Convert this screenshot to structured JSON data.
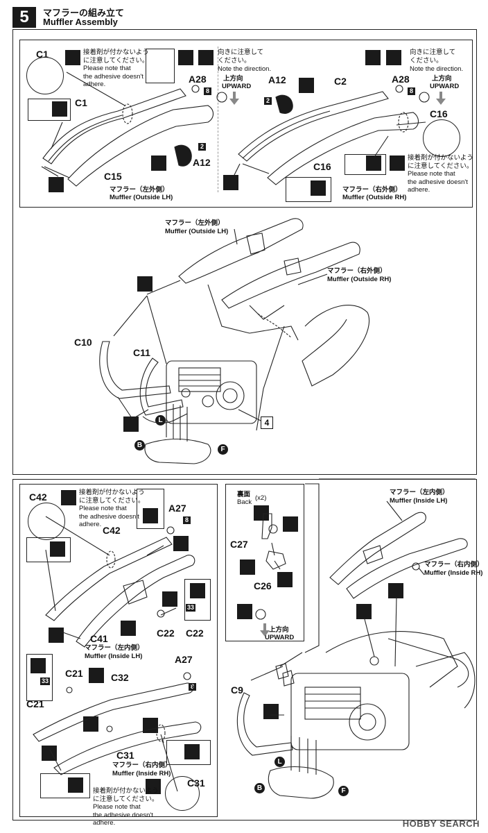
{
  "step": {
    "number": "5",
    "title_jp": "マフラーの組み立て",
    "title_en": "Muffler Assembly"
  },
  "notes": {
    "glue_jp": "接着剤が付かないよう\nに注意してください。",
    "glue_en": "Please note that\nthe adhesive doesn't\nadhere.",
    "direction_jp": "向きに注意して\nください。",
    "direction_en": "Note the direction.",
    "upward_jp": "上方向",
    "upward_en": "UPWARD",
    "back_jp": "裏面",
    "back_en": "Back",
    "times2": "(x2)"
  },
  "parts": {
    "c1": "C1",
    "c15": "C15",
    "a28": "A28",
    "a12": "A12",
    "c2": "C2",
    "c16": "C16",
    "c10": "C10",
    "c11": "C11",
    "c42": "C42",
    "a27": "A27",
    "c41": "C41",
    "c22": "C22",
    "c21": "C21",
    "c32": "C32",
    "c31": "C31",
    "c27": "C27",
    "c26": "C26",
    "c9": "C9"
  },
  "badges": {
    "eight": "8",
    "two": "2",
    "thirtythree": "33",
    "four": "4"
  },
  "letters": {
    "L": "L",
    "B": "B",
    "F": "F"
  },
  "captions": {
    "muffler_outside_lh_jp": "マフラー（左外側）",
    "muffler_outside_lh_en": "Muffler (Outside LH)",
    "muffler_outside_rh_jp": "マフラー（右外側）",
    "muffler_outside_rh_en": "Muffler (Outside RH)",
    "muffler_inside_lh_jp": "マフラー（左内側）",
    "muffler_inside_lh_en": "Muffler (Inside LH)",
    "muffler_inside_rh_jp": "マフラー（右内側）",
    "muffler_inside_rh_en": "Muffler (Inside RH)"
  },
  "watermark": "HOBBY SEARCH"
}
